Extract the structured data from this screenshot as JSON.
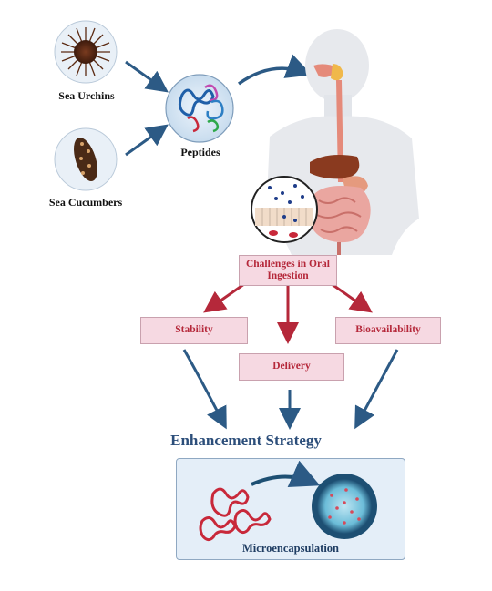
{
  "sources": {
    "sea_urchins_label": "Sea Urchins",
    "sea_cucumbers_label": "Sea Cucumbers"
  },
  "peptides_label": "Peptides",
  "challenges": {
    "title": "Challenges in Oral Ingestion",
    "items": [
      "Stability",
      "Delivery",
      "Bioavailability"
    ]
  },
  "strategy": {
    "title": "Enhancement Strategy",
    "method": "Microencapsulation"
  },
  "colors": {
    "arrow_blue": "#2c5a85",
    "arrow_red": "#b5283a",
    "box_fill": "#f6d9e2",
    "title_blue": "#2c4e7a",
    "panel_fill": "#e4eef8"
  }
}
